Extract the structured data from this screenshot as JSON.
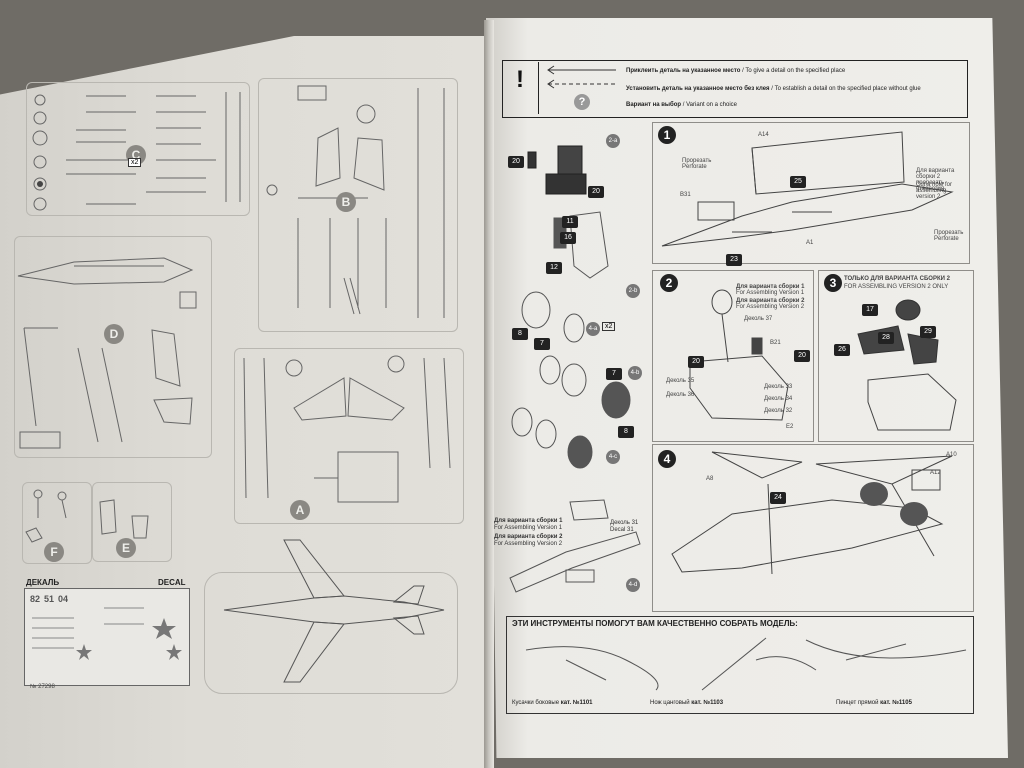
{
  "left_page": {
    "sprue_letters": [
      "C",
      "B",
      "D",
      "A",
      "F",
      "E"
    ],
    "decal_title_ru": "ДЕКАЛЬ",
    "decal_title_en": "DECAL",
    "decal_numbers": [
      "82",
      "51",
      "04"
    ],
    "decal_code": "№ 27298"
  },
  "right_page": {
    "legend": {
      "exclamation": "!",
      "question": "?",
      "row1_ru": "Приклеить деталь на указанное место",
      "row1_en": "To give a detail on the specified place",
      "row2_ru": "Установить деталь на указанное место без клея",
      "row2_en": "To establish a detail on the specified place without glue",
      "row3_ru": "Вариант на выбор",
      "row3_en": "Variant on a choice"
    },
    "steps": [
      "1",
      "2",
      "3",
      "4"
    ],
    "step1_labels": {
      "a14": "A14",
      "cut_ru": "Прорезать",
      "cut_en": "Perforate",
      "variant2_ru": "Для варианта сборки 2 прорезать отверстия",
      "variant2_en": "Cut a hole for assembling version 2",
      "cut2_ru": "Прорезать",
      "cut2_en": "Perforate",
      "a1": "A1",
      "b31": "B31"
    },
    "step2_labels": {
      "variant1_ru": "Для варианта сборки 1",
      "variant1_en": "For Assembling Version 1",
      "variant2_ru": "Для варианта сборки 2",
      "variant2_en": "For Assembling Version 2",
      "decal37": "Деколь 37",
      "decal35": "Деколь 35",
      "decal36": "Деколь 36",
      "decal33": "Деколь 33",
      "decal34": "Деколь 34",
      "decal32": "Деколь 32",
      "b21": "B21",
      "e2": "E2"
    },
    "step3_title_ru": "ТОЛЬКО ДЛЯ ВАРИАНТА СБОРКИ 2",
    "step3_title_en": "FOR ASSEMBLING VERSION 2 ONLY",
    "step4_labels": {
      "a8": "A8",
      "a10": "A10",
      "a12": "A12"
    },
    "substeps": [
      "2-a",
      "2-b",
      "4-a",
      "4-b",
      "4-c",
      "4-d"
    ],
    "x2": "x2",
    "version_notes": {
      "v1_ru": "Для варианта сборки 1",
      "v1_en": "For Assembling Version 1",
      "v2_ru": "Для варианта сборки 2",
      "v2_en": "For Assembling Version 2",
      "decal31": "Деколь 31",
      "decal_en": "Decal 31"
    },
    "tools": {
      "heading": "ЭТИ ИНСТРУМЕНТЫ ПОМОГУТ ВАМ КАЧЕСТВЕННО СОБРАТЬ МОДЕЛЬ:",
      "items": [
        {
          "name": "Кусачки боковые",
          "kat": "кат. №1101"
        },
        {
          "name": "Нож цанговый",
          "kat": "кат. №1103"
        },
        {
          "name": "Пинцет прямой",
          "kat": "кат. №1105"
        }
      ]
    }
  },
  "colors": {
    "background": "#6f6c66",
    "paper": "#e6e4df",
    "ink": "#222222",
    "sprue_letter": "#8a8883"
  }
}
